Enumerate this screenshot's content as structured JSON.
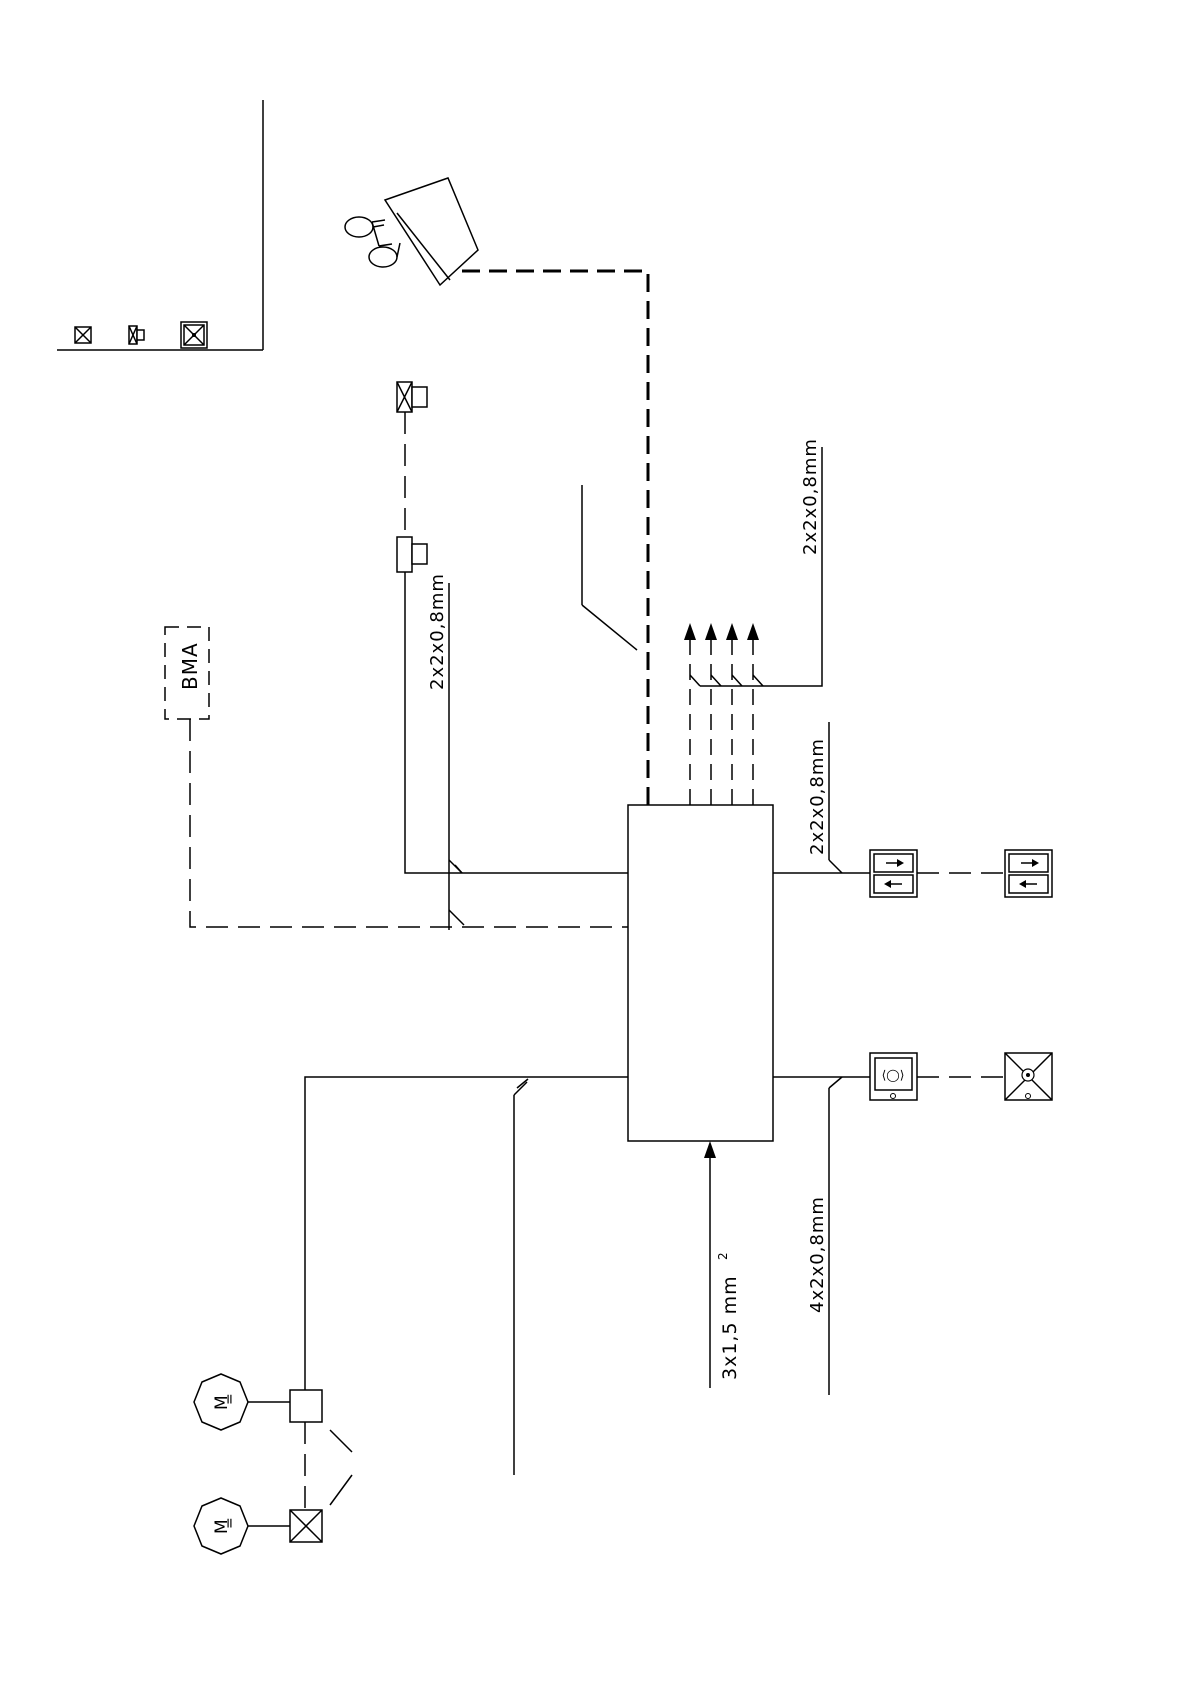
{
  "labels": {
    "bma": "BMA",
    "cable_top_left": "2x2x0,8mm",
    "cable_top_right": "2x2x0,8mm",
    "cable_right_mid": "2x2x0,8mm",
    "cable_power": "3x1,5 mm",
    "cable_power_sup": "2",
    "cable_bottom_right": "4x2x0,8mm",
    "motor_1": "M",
    "motor_1_sub": "=",
    "motor_2": "M",
    "motor_2_sub": "="
  },
  "colors": {
    "ink": "#000000",
    "paper": "#ffffff"
  }
}
